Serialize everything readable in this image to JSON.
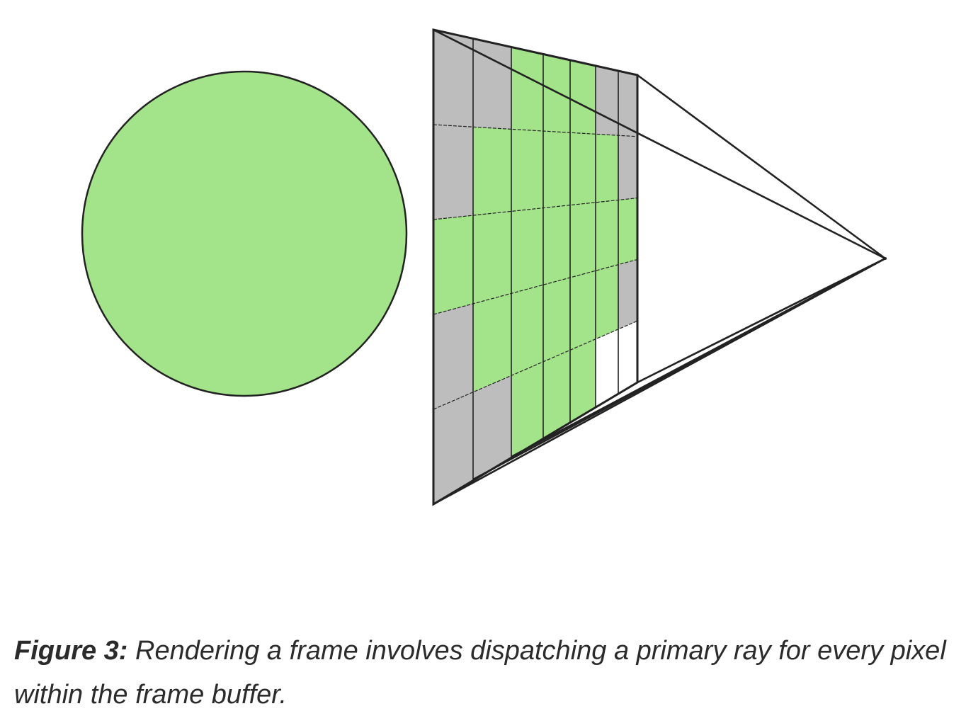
{
  "colors": {
    "sphere": "#a3e38a",
    "hit": "#a3e38a",
    "miss": "#bdbdbd",
    "empty": "#ffffff",
    "line": "#222222"
  },
  "grid": {
    "columns": 7,
    "rows": 5,
    "cells": [
      [
        "miss",
        "miss",
        "hit",
        "hit",
        "hit",
        "miss",
        "miss"
      ],
      [
        "miss",
        "hit",
        "hit",
        "hit",
        "hit",
        "hit",
        "miss"
      ],
      [
        "hit",
        "hit",
        "hit",
        "hit",
        "hit",
        "hit",
        "hit"
      ],
      [
        "miss",
        "hit",
        "hit",
        "hit",
        "hit",
        "hit",
        "miss"
      ],
      [
        "miss",
        "miss",
        "hit",
        "hit",
        "hit",
        "empty",
        "empty"
      ]
    ]
  },
  "caption": {
    "label": "Figure 3:",
    "text": " Rendering a frame involves dispatching a primary ray for every pixel within the frame buffer."
  }
}
